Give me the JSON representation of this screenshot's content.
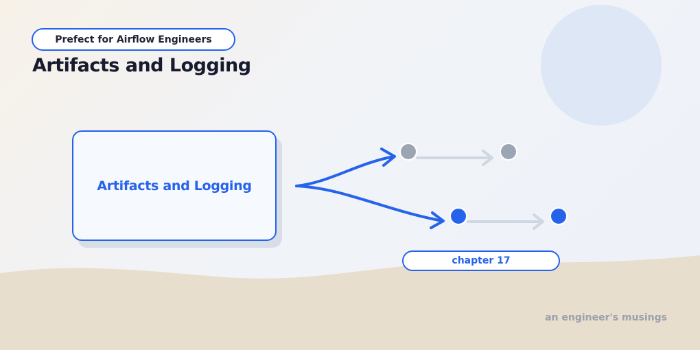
{
  "header": {
    "series_label": "Prefect for Airflow Engineers",
    "title": "Artifacts and Logging"
  },
  "card": {
    "label": "Artifacts and Logging"
  },
  "chapter": {
    "label": "chapter 17"
  },
  "footer": {
    "signature": "an engineer's musings"
  },
  "colors": {
    "accent": "#2563eb",
    "muted_node": "#9ca5b3",
    "sand": "#e8dece",
    "sun": "#dde7f6"
  }
}
